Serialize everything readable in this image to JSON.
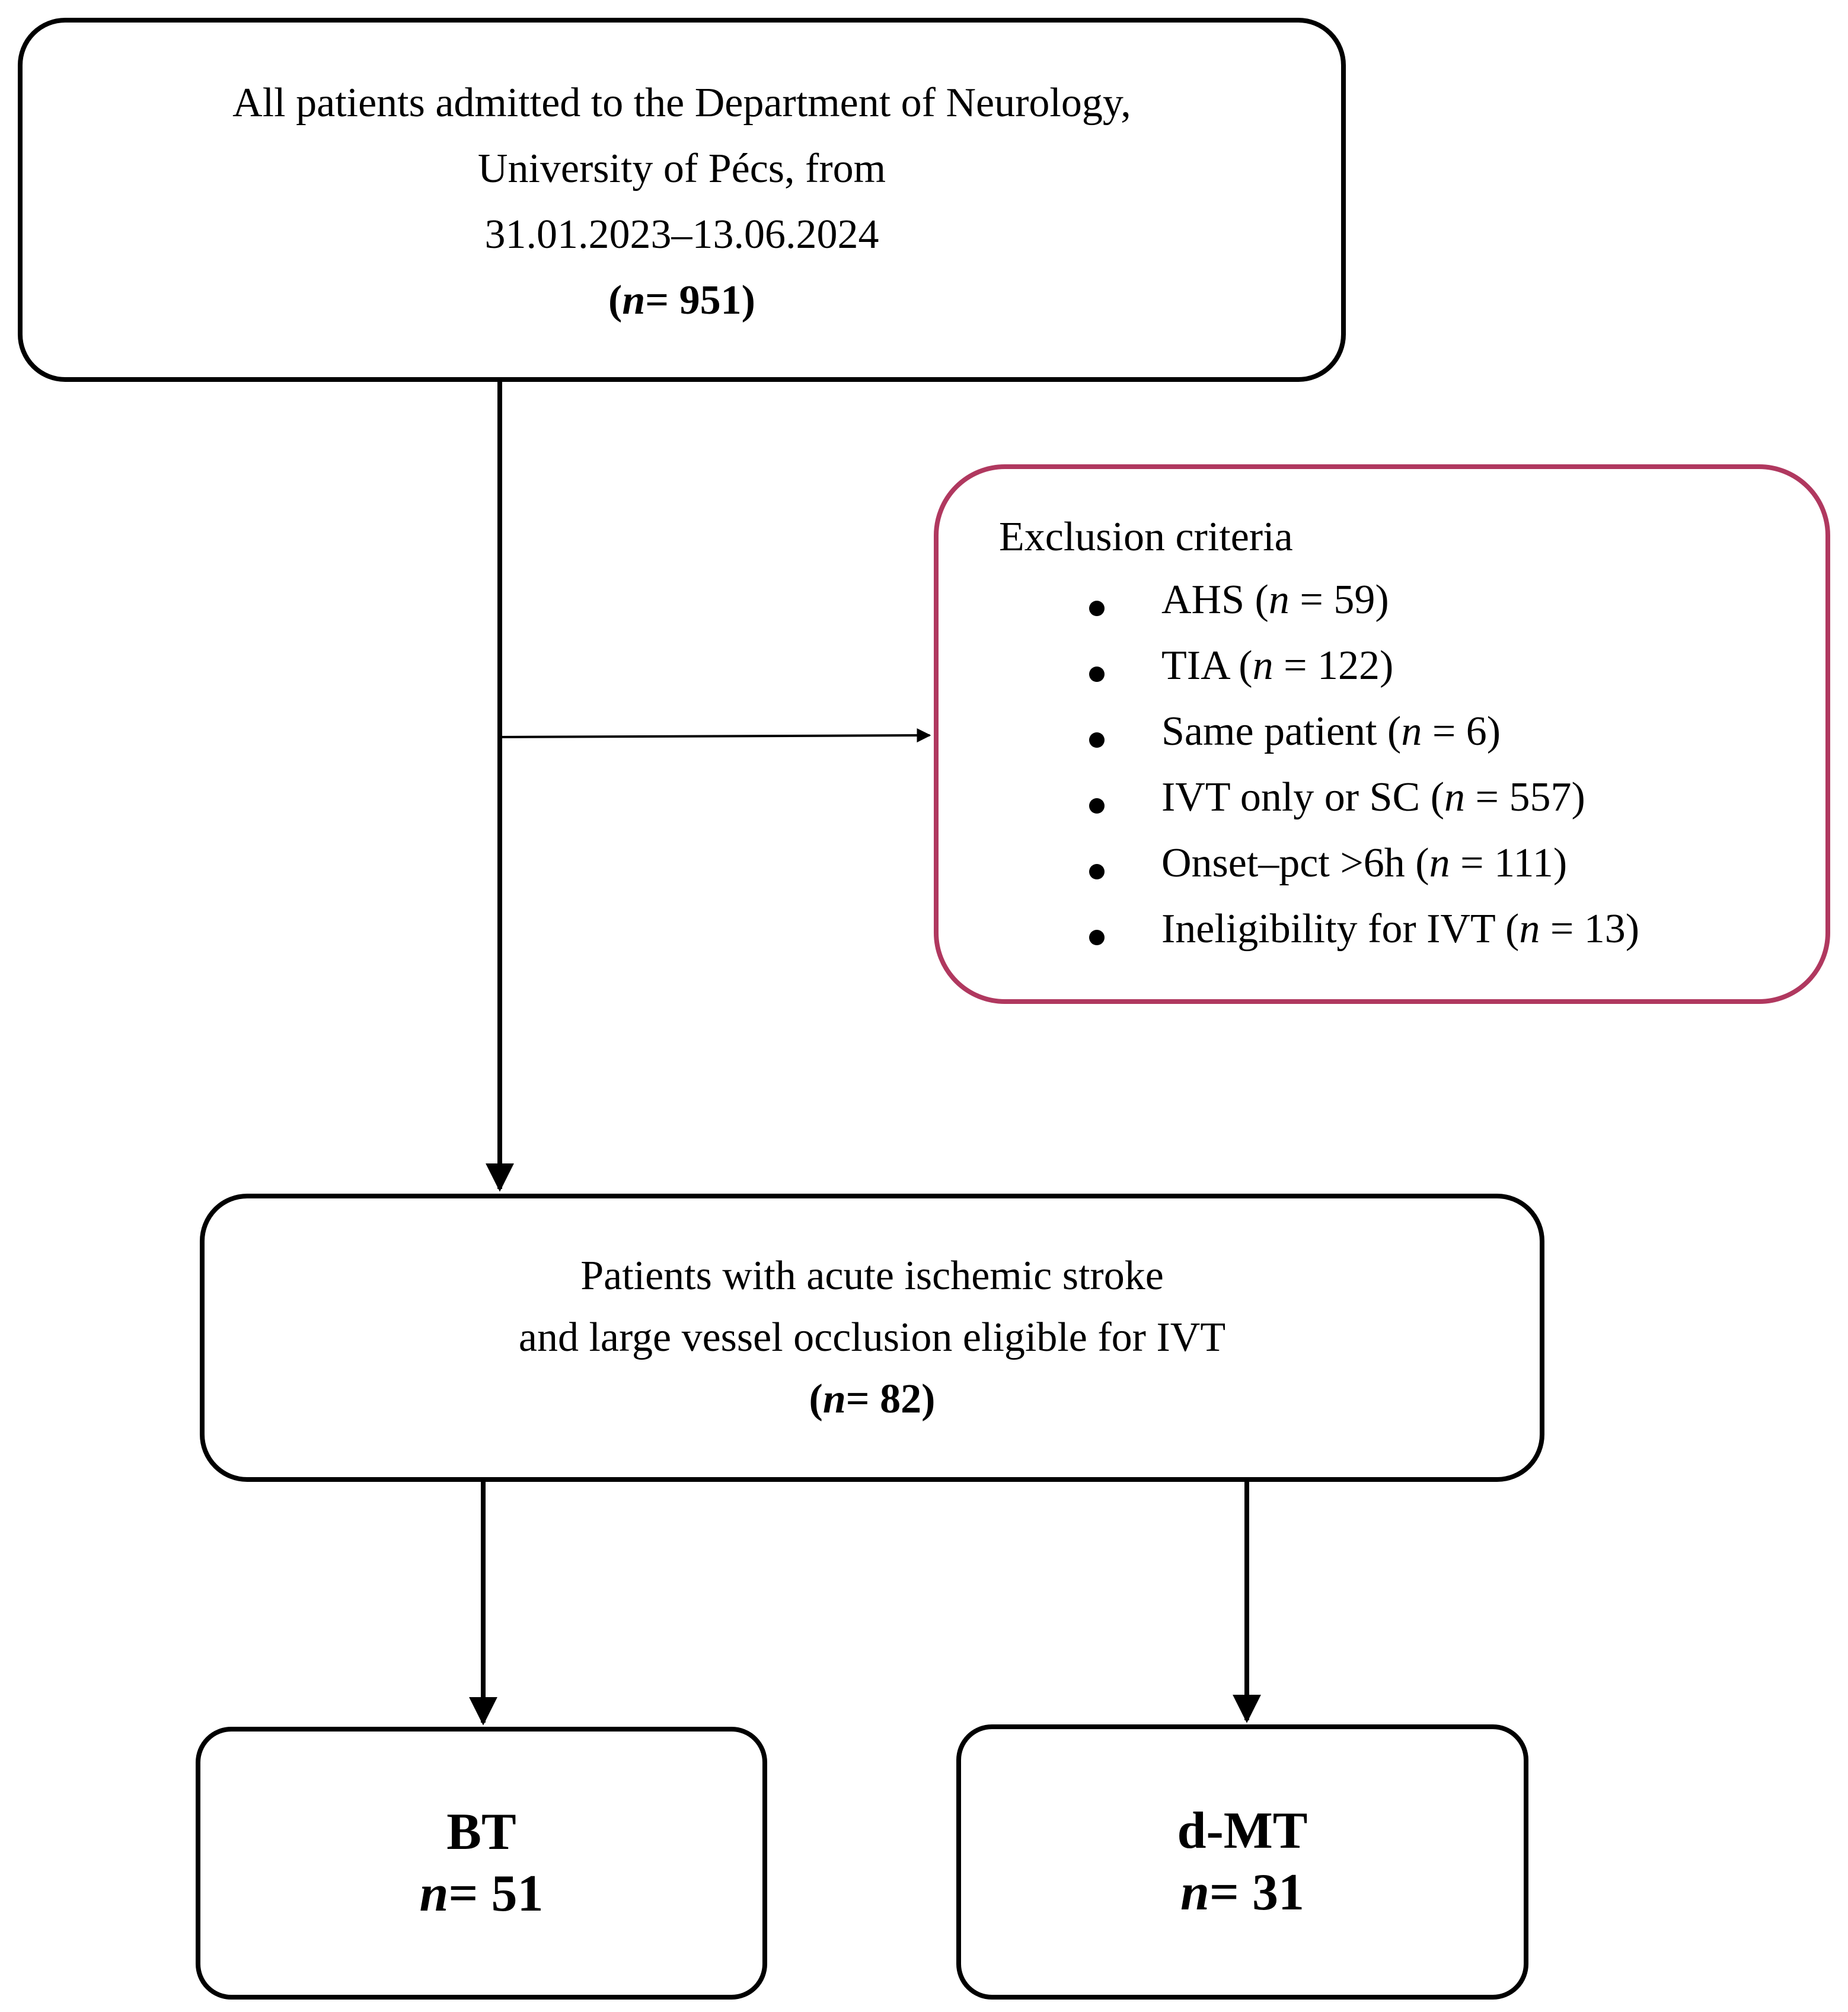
{
  "all_patients": {
    "line1": "All patients admitted to the Department of Neurology,",
    "line2": "University of Pécs, from",
    "line3": "31.01.2023–13.06.2024",
    "n_label": "n",
    "n_value": " = 951)",
    "n_open": "("
  },
  "exclusion": {
    "title": "Exclusion criteria",
    "items": [
      {
        "label": "AHS (",
        "n": "n",
        "value": " = 59)"
      },
      {
        "label": "TIA (",
        "n": "n",
        "value": " = 122)"
      },
      {
        "label": "Same patient (",
        "n": "n",
        "value": " = 6)"
      },
      {
        "label": "IVT only or SC (",
        "n": "n",
        "value": " = 557)"
      },
      {
        "label": "Onset–pct >6h (",
        "n": "n",
        "value": " = 111)"
      },
      {
        "label": "Ineligibility for IVT (",
        "n": "n",
        "value": " = 13)"
      }
    ],
    "border_color": "#b0385f"
  },
  "eligible": {
    "line1": "Patients with acute ischemic stroke",
    "line2": "and large vessel occlusion eligible for IVT",
    "n_open": "(",
    "n_label": "n",
    "n_value": " = 82)"
  },
  "groups": {
    "bt": {
      "title": "BT",
      "n_label": "n",
      "n_value": " = 51"
    },
    "dmt": {
      "title": "d-MT",
      "n_label": "n",
      "n_value": " = 31"
    }
  }
}
